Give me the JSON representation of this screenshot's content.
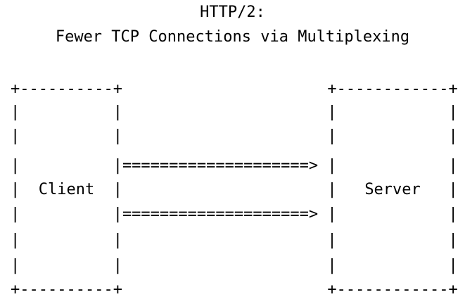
{
  "title": [
    "HTTP/2:",
    "Fewer TCP Connections via Multiplexing"
  ],
  "diagram_lines": [
    "+----------+                      +------------+",
    "|          |                      |            |",
    "|          |                      |            |",
    "|          |====================> |            |",
    "|  Client  |                      |   Server   |",
    "|          |====================> |            |",
    "|          |                      |            |",
    "|          |                      |            |",
    "+----------+                      +------------+"
  ]
}
